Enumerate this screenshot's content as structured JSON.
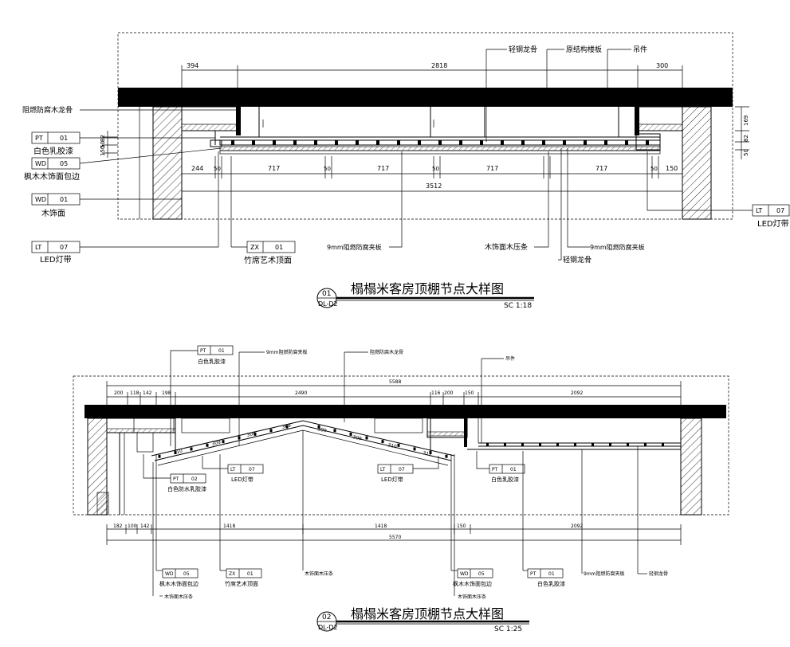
{
  "detail1": {
    "title": "榻榻米客房顶棚节点大样图",
    "number": "01",
    "sheet": "DL-D2",
    "scale": "SC 1:18",
    "dims_top": [
      "394",
      "2818",
      "300"
    ],
    "dims_bottom": [
      "244",
      "717",
      "717",
      "717",
      "717",
      "150"
    ],
    "dims_small": [
      "50",
      "50",
      "50",
      "50"
    ],
    "dim_total": "3512",
    "dims_left": [
      "82",
      "150",
      "50"
    ],
    "dims_right": [
      "169",
      "82",
      "50"
    ],
    "callouts_top": [
      "轻钢龙骨",
      "原结构楼板",
      "吊件"
    ],
    "callouts_left": [
      "阻燃防腐木龙骨"
    ],
    "tag_pt": {
      "code": "PT",
      "num": "01",
      "name": "白色乳胶漆"
    },
    "tag_wd1": {
      "code": "WD",
      "num": "05",
      "name": "枫木木饰面包边"
    },
    "tag_wd2": {
      "code": "WD",
      "num": "01",
      "name": "木饰面"
    },
    "tag_lt_left": {
      "code": "LT",
      "num": "07",
      "name": "LED灯带"
    },
    "tag_zx": {
      "code": "ZX",
      "num": "01",
      "name": "竹席艺术顶面"
    },
    "tag_lt_right": {
      "code": "LT",
      "num": "07",
      "name": "LED灯带"
    },
    "callouts_bottom": [
      "9mm阻燃防腐夹板",
      "木饰面木压条",
      "9mm阻燃防腐夹板",
      "轻钢龙骨"
    ]
  },
  "detail2": {
    "title": "榻榻米客房顶棚节点大样图",
    "number": "02",
    "sheet": "DL-D2",
    "scale": "SC 1:25",
    "dims_top": [
      "200",
      "118",
      "142",
      "198",
      "2490",
      "116",
      "200",
      "150",
      "2092"
    ],
    "dim_top_total": "5588",
    "dims_bottom": [
      "182",
      "100",
      "142",
      "1418",
      "1418",
      "150",
      "2092"
    ],
    "dim_bottom_total": "5570",
    "dims_slope_left": [
      "310",
      "309",
      "309",
      "309"
    ],
    "dims_slope_right": [
      "309",
      "309",
      "310",
      "311"
    ],
    "callouts_top": [
      "9mm阻燃防腐夹板",
      "阻燃防腐木龙骨",
      "吊件"
    ],
    "tag_pt_top": {
      "code": "PT",
      "num": "01",
      "name": "白色乳胶漆"
    },
    "tag_lt_left": {
      "code": "LT",
      "num": "07",
      "name": "LED灯带"
    },
    "tag_pt2": {
      "code": "PT",
      "num": "02",
      "name": "白色防水乳胶漆"
    },
    "tag_lt_right": {
      "code": "LT",
      "num": "07",
      "name": "LED灯带"
    },
    "tag_pt_right": {
      "code": "PT",
      "num": "01",
      "name": "白色乳胶漆"
    },
    "tag_wd_left": {
      "code": "WD",
      "num": "05",
      "name": "枫木木饰面包边"
    },
    "tag_zx": {
      "code": "ZX",
      "num": "01",
      "name": "竹席艺术顶面"
    },
    "callout_center": "木饰面木压条",
    "callout_left_sub": "木饰面木压条",
    "tag_wd_right": {
      "code": "WD",
      "num": "05",
      "name": "枫木木饰面包边"
    },
    "callout_right_sub": "木饰面木压条",
    "tag_pt_bottom": {
      "code": "PT",
      "num": "01",
      "name": "白色乳胶漆"
    },
    "callouts_bottom": [
      "9mm阻燃防腐夹板",
      "轻钢龙骨"
    ]
  }
}
